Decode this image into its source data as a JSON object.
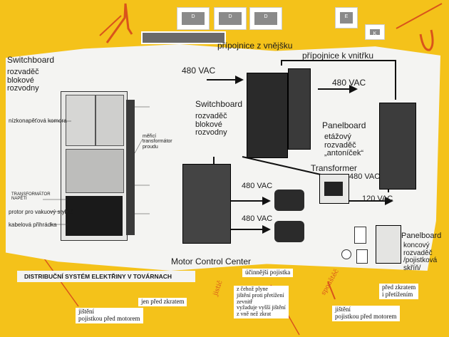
{
  "poster": {
    "incoming_bus": "přípojnice z vnějšku",
    "outgoing_bus": "přípojnice k vnitřku",
    "switchboard_left_title": "Switchboard",
    "switchboard_left_cz": "rozvaděč\nblokové\nrozvodny",
    "switchboard_mid_title": "Switchboard",
    "switchboard_mid_cz": "rozvaděč\nblokové\nrozvodny",
    "panelboard_title": "Panelboard",
    "panelboard_cz": "etážový\nrozvaděč\n„antoníček“",
    "transformer_title": "Transformer",
    "mcc_title": "Motor Control Center",
    "panelboard2_title": "Panelboard",
    "panelboard2_cz": "koncový\nrozvaděč\n/pojistková\nskříň/",
    "footer_title": "DISTRIBUČNÍ SYSTÉM ELEKTŘINY V TOVÁRNACH",
    "voltages": {
      "v1": "480 VAC",
      "v2": "480 VAC",
      "v3": "480 VAC",
      "v4": "480 VAC",
      "v5": "480 VAC",
      "v6": "120 VAC"
    },
    "callouts_left": [
      "nízkonapěťová komora",
      "TRANSFORMÁTOR NAPĚTÍ",
      "protor pro vakuový stykač",
      "kabelová přihrádka"
    ],
    "callout_transformer": "měřicí transformátor proudu"
  },
  "notes": {
    "n1": "jen před zkratem",
    "n2": "jištění\npojistkou před motorem",
    "n3": "účinnější pojistka",
    "n4": "z čehož plyne\njištění proti přetížení\nzevnitř\nvyžaduje vyšší jištění\nz vně než zkrat",
    "n5": "před zkratem\ni přetížením",
    "n6": "jištění\npojistkou před motorem"
  },
  "handwriting": {
    "h1": "jistič",
    "h2": "spouštěč"
  },
  "top_cards": [
    "D",
    "D",
    "D",
    "E",
    "K"
  ],
  "colors": {
    "background": "#f4c21a",
    "paper": "#f4f4f2",
    "ink": "#1a1a1a",
    "orange": "#d9541b"
  }
}
